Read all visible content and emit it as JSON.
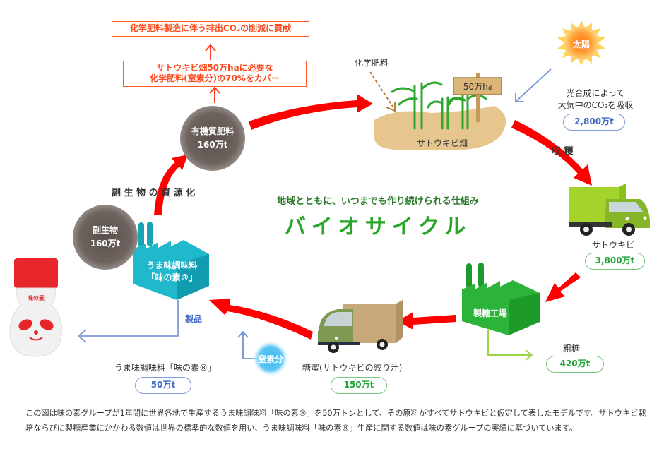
{
  "top_boxes": {
    "contribution": "化学肥料製造に伴う排出CO₂の削減に貢献",
    "cover_line1": "サトウキビ畑50万haに必要な",
    "cover_line2": "化学肥料(窒素分)の70%をカバー"
  },
  "field": {
    "fertilizer_label": "化学肥料",
    "sign_label": "50万ha",
    "field_label": "サトウキビ畑"
  },
  "sun": {
    "label": "太陽",
    "caption_line1": "光合成によって",
    "caption_line2": "大気中のCO₂を吸収",
    "value": "2,800万t"
  },
  "harvest": {
    "label": "収 穫"
  },
  "sugarcane_truck": {
    "label": "サトウキビ",
    "value": "3,800万t"
  },
  "sugar_factory": {
    "label": "製糖工場"
  },
  "raw_sugar": {
    "label": "粗糖",
    "value": "420万t"
  },
  "molasses": {
    "label": "糖蜜(サトウキビの絞り汁)",
    "value": "150万t"
  },
  "nitrogen": {
    "label": "窒素分"
  },
  "umami_factory": {
    "line1": "うま味調味料",
    "line2": "「味の素®」"
  },
  "product": {
    "arrow_label": "製品",
    "label": "うま味調味料「味の素®」",
    "value": "50万t"
  },
  "byproduct": {
    "label": "副生物",
    "value": "160万t"
  },
  "organic_fertilizer": {
    "label": "有機質肥料",
    "value": "160万t"
  },
  "recycling_label": "副 生 物 の 資 源 化",
  "center": {
    "subtitle": "地域とともに、いつまでも作り続けられる仕組み",
    "title": "バイオサイクル"
  },
  "footnote": "この図は味の素グループが1年間に世界各地で生産するうま味調味料「味の素®」を50万トンとして、その原料がすべてサトウキビと仮定して表したモデルです。サトウキビ栽培ならびに製糖産業にかかわる数値は世界の標準的な数値を用い、うま味調味料「味の素®」生産に関する数値は味の素グループの実績に基づいています。",
  "colors": {
    "cycle_arrow": "#ff0000",
    "title_green": "#2aa52a",
    "box_orange": "#ff5a2a",
    "pill_blue": "#3f6cc7",
    "pill_green": "#23a53a",
    "factory_teal": "#1bb4c9",
    "factory_green": "#22b02e"
  }
}
